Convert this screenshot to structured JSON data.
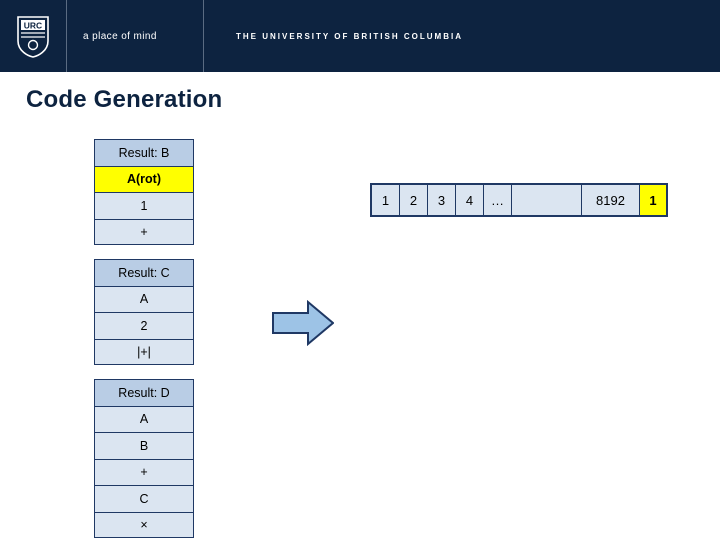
{
  "header": {
    "logo_name": "ubc-shield-logo",
    "tagline": "a place of mind",
    "university": "THE UNIVERSITY OF BRITISH COLUMBIA",
    "bg_color": "#0d2340"
  },
  "slide": {
    "title": "Code Generation"
  },
  "stack": {
    "groups": [
      {
        "name": "result-b",
        "rows": [
          {
            "label": "Result: B",
            "style": "header"
          },
          {
            "label": "A(rot)",
            "style": "highlight"
          },
          {
            "label": "1",
            "style": "normal"
          },
          {
            "label": "+",
            "style": "normal"
          }
        ]
      },
      {
        "name": "result-c",
        "rows": [
          {
            "label": "Result: C",
            "style": "header"
          },
          {
            "label": "A",
            "style": "normal"
          },
          {
            "label": "2",
            "style": "normal"
          },
          {
            "label": "|+|",
            "style": "normal"
          }
        ]
      },
      {
        "name": "result-d",
        "rows": [
          {
            "label": "Result: D",
            "style": "header"
          },
          {
            "label": "A",
            "style": "normal"
          },
          {
            "label": "B",
            "style": "normal"
          },
          {
            "label": "+",
            "style": "normal"
          },
          {
            "label": "C",
            "style": "normal"
          },
          {
            "label": "×",
            "style": "normal"
          }
        ]
      }
    ]
  },
  "arrow": {
    "name": "right-arrow-icon",
    "fill": "#9dc3e6",
    "stroke": "#1f3864"
  },
  "tape": {
    "name": "memory-tape",
    "cells": [
      {
        "label": "1",
        "width": "narrow",
        "style": "normal"
      },
      {
        "label": "2",
        "width": "narrow",
        "style": "normal"
      },
      {
        "label": "3",
        "width": "narrow",
        "style": "normal"
      },
      {
        "label": "4",
        "width": "narrow",
        "style": "normal"
      },
      {
        "label": "…",
        "width": "ellipsis",
        "style": "normal"
      },
      {
        "label": "",
        "width": "blank",
        "style": "normal"
      },
      {
        "label": "8192",
        "width": "wide",
        "style": "normal"
      },
      {
        "label": "1",
        "width": "last",
        "style": "highlight"
      }
    ]
  },
  "colors": {
    "navy": "#0d2340",
    "box_border": "#1f3864",
    "box_fill": "#dbe5f1",
    "box_header_fill": "#b9cde5",
    "highlight": "#ffff00",
    "arrow_fill": "#9dc3e6"
  }
}
